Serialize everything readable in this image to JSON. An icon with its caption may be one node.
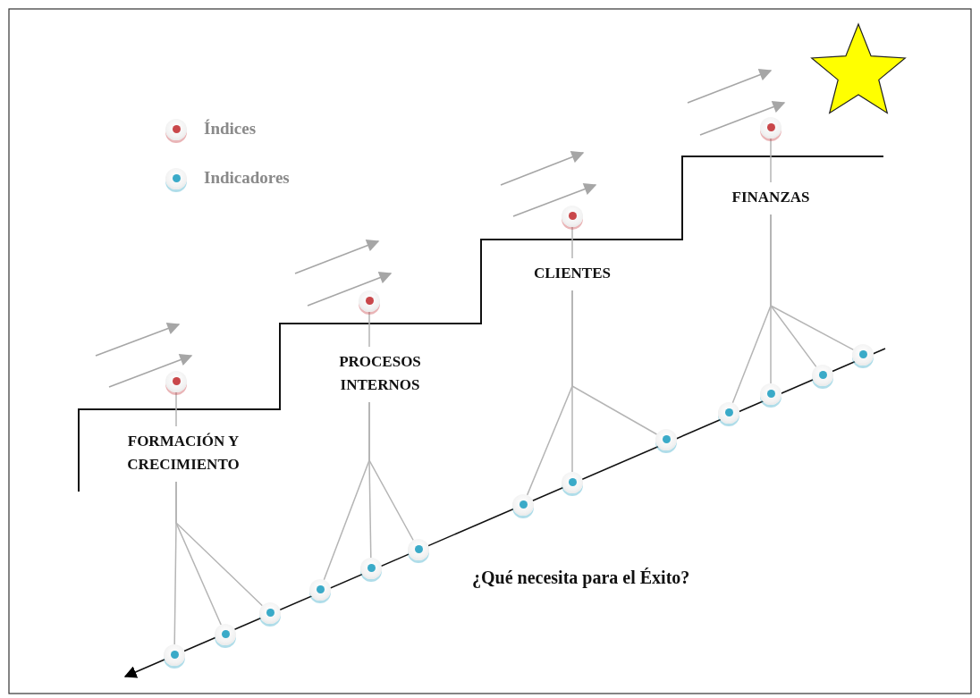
{
  "diagram": {
    "nodes": [
      {
        "text": [],
        "shape": "circle"
      },
      {
        "text": [
          "FORMACIÓN Y CRECIMIENTO"
        ]
      },
      {
        "text": [],
        "shape": "circle"
      },
      {
        "text": [],
        "shape": "circle"
      },
      {
        "text": [],
        "shape": "circle"
      },
      {
        "text": [],
        "shape": "circle"
      },
      {
        "text": [
          "PROCESOS INTERNOS"
        ]
      },
      {
        "text": [],
        "shape": "circle"
      },
      {
        "text": [],
        "shape": "circle"
      },
      {
        "text": [],
        "shape": "circle"
      },
      {
        "text": [],
        "shape": "circle"
      },
      {
        "text": [
          "CLIENTES"
        ]
      },
      {
        "text": [],
        "shape": "circle"
      },
      {
        "text": [],
        "shape": "circle"
      },
      {
        "text": [],
        "shape": "circle"
      },
      {
        "text": [],
        "shape": "circle"
      },
      {
        "text": [
          "FINANZAS"
        ]
      },
      {
        "text": [],
        "shape": "circle"
      },
      {
        "text": [],
        "shape": "circle"
      },
      {
        "text": [],
        "shape": "circle"
      },
      {
        "text": [],
        "shape": "circle"
      }
    ],
    "edges": [
      {
        "from": 0,
        "to": 1,
        "arrow": "none"
      },
      {
        "from": 1,
        "to": 2,
        "arrow": "none"
      },
      {
        "from": 1,
        "to": 3,
        "arrow": "none"
      },
      {
        "from": 1,
        "to": 4,
        "arrow": "none"
      },
      {
        "from": 5,
        "to": 6,
        "arrow": "none"
      },
      {
        "from": 6,
        "to": 7,
        "arrow": "none"
      },
      {
        "from": 6,
        "to": 8,
        "arrow": "none"
      },
      {
        "from": 6,
        "to": 9,
        "arrow": "none"
      },
      {
        "from": 10,
        "to": 11,
        "arrow": "none"
      },
      {
        "from": 11,
        "to": 12,
        "arrow": "none"
      },
      {
        "from": 11,
        "to": 13,
        "arrow": "none"
      },
      {
        "from": 11,
        "to": 14,
        "arrow": "none"
      },
      {
        "from": 15,
        "to": 16,
        "arrow": "none"
      },
      {
        "from": 16,
        "to": 17,
        "arrow": "none"
      },
      {
        "from": 16,
        "to": 18,
        "arrow": "none"
      },
      {
        "from": 16,
        "to": 19,
        "arrow": "none"
      },
      {
        "from": 16,
        "to": 20,
        "arrow": "none"
      }
    ],
    "labels": [
      "¿Qué necesita para el Éxito?"
    ],
    "legend": [
      {
        "text": "Índices",
        "color": "#c9474a"
      },
      {
        "text": "Indicadores",
        "color": "#3aaac8"
      }
    ]
  }
}
